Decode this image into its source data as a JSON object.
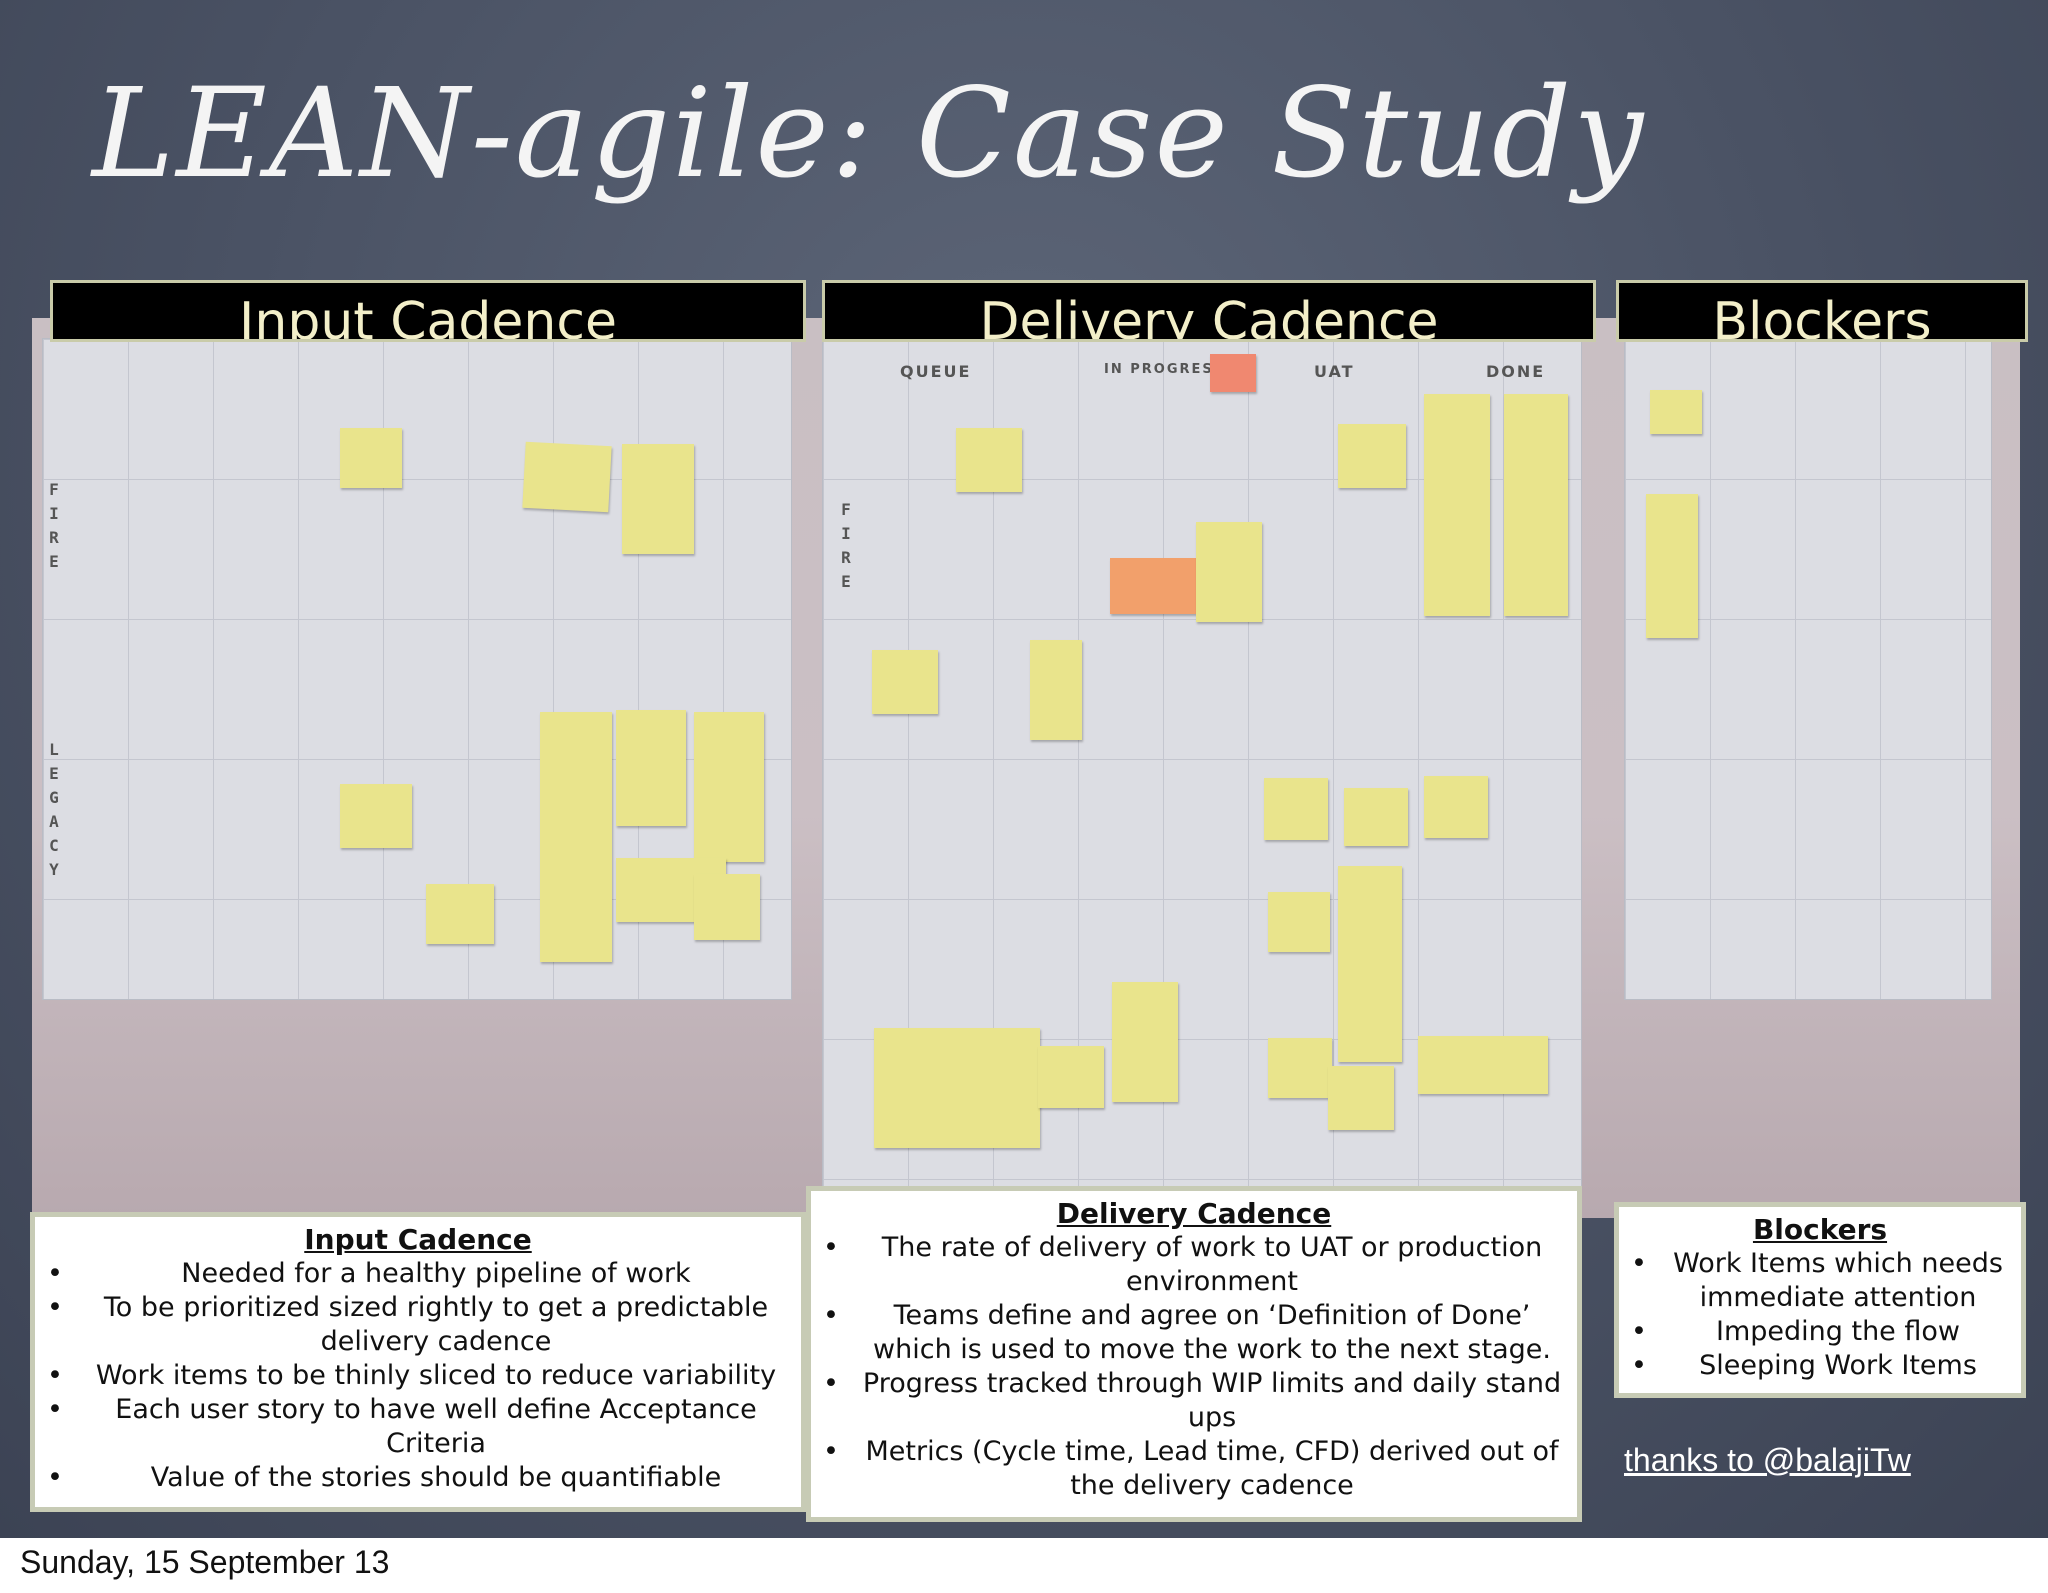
{
  "slide": {
    "title": "LEAN-agile: Case Study",
    "date_footer": "Sunday, 15 September 13",
    "thanks_link": "thanks to @balajiTw"
  },
  "headers": {
    "input": "Input Cadence",
    "delivery": "Delivery Cadence",
    "blockers": "Blockers"
  },
  "board_labels": {
    "delivery_columns": [
      "QUEUE",
      "IN PROGRESS",
      "UAT",
      "DONE"
    ],
    "fire_letters": [
      "F",
      "I",
      "R",
      "E"
    ],
    "legacy_letters": [
      "L",
      "E",
      "G",
      "A",
      "C",
      "Y"
    ]
  },
  "panels": {
    "input": {
      "heading": "Input Cadence",
      "items": [
        "Needed for a healthy pipeline of work",
        "To be prioritized sized rightly to get a predictable delivery cadence",
        "Work items to be thinly sliced to reduce variability",
        "Each user story to have well define Acceptance Criteria",
        "Value of the stories should be quantifiable"
      ]
    },
    "delivery": {
      "heading": "Delivery Cadence",
      "items": [
        "The rate of delivery of work to UAT or production environment",
        "Teams define and agree on ‘Definition of Done’ which is used to move the work to the next stage.",
        "Progress tracked through WIP limits and daily stand ups",
        "Metrics (Cycle time, Lead time, CFD) derived out of the delivery cadence"
      ]
    },
    "blockers": {
      "heading": "Blockers",
      "items": [
        "Work Items which needs immediate attention",
        "Impeding the flow",
        "Sleeping Work Items"
      ]
    }
  },
  "colors": {
    "slide_background": "#4a5264",
    "header_background": "#000000",
    "header_text": "#f3efc9",
    "sticky_note": "#e9e48c"
  }
}
